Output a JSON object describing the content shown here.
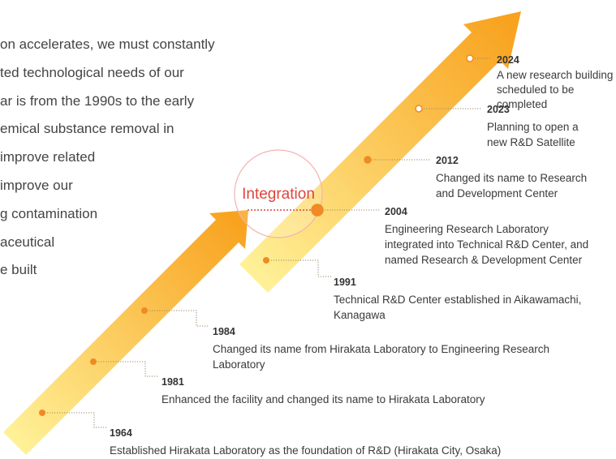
{
  "intro_lines": [
    "on accelerates, we must constantly",
    "ted technological needs of our",
    "ar is from the 1990s to the early",
    "emical substance removal in",
    "improve related",
    "improve our",
    "g contamination",
    "aceutical",
    "e built"
  ],
  "integration_label": "Integration",
  "events": [
    {
      "year": "1964",
      "desc": [
        "Established Hirakata Laboratory as the foundation of R&D (Hirakata City, Osaka)"
      ]
    },
    {
      "year": "1981",
      "desc": [
        "Enhanced the facility and changed its name to Hirakata Laboratory"
      ]
    },
    {
      "year": "1984",
      "desc": [
        "Changed its name from Hirakata Laboratory to Engineering Research",
        "Laboratory"
      ]
    },
    {
      "year": "1991",
      "desc": [
        "Technical R&D Center established in Aikawamachi,",
        "Kanagawa"
      ]
    },
    {
      "year": "2004",
      "desc": [
        "Engineering Research Laboratory",
        "integrated into Technical R&D Center, and",
        "named Research & Development Center"
      ]
    },
    {
      "year": "2012",
      "desc": [
        "Changed its name to Research",
        "and Development Center"
      ]
    },
    {
      "year": "2023",
      "desc": [
        "Planning to open a",
        "new R&D Satellite"
      ]
    },
    {
      "year": "2024",
      "desc": [
        "A new research building",
        "scheduled to be completed"
      ]
    }
  ],
  "colors": {
    "arrow_start": "#fff29a",
    "arrow_end": "#f8a21e",
    "dot": "#f08a24",
    "dot_hollow_fill": "#ffffff",
    "integration": "#e0453c",
    "leader": "#9a8a6a"
  }
}
